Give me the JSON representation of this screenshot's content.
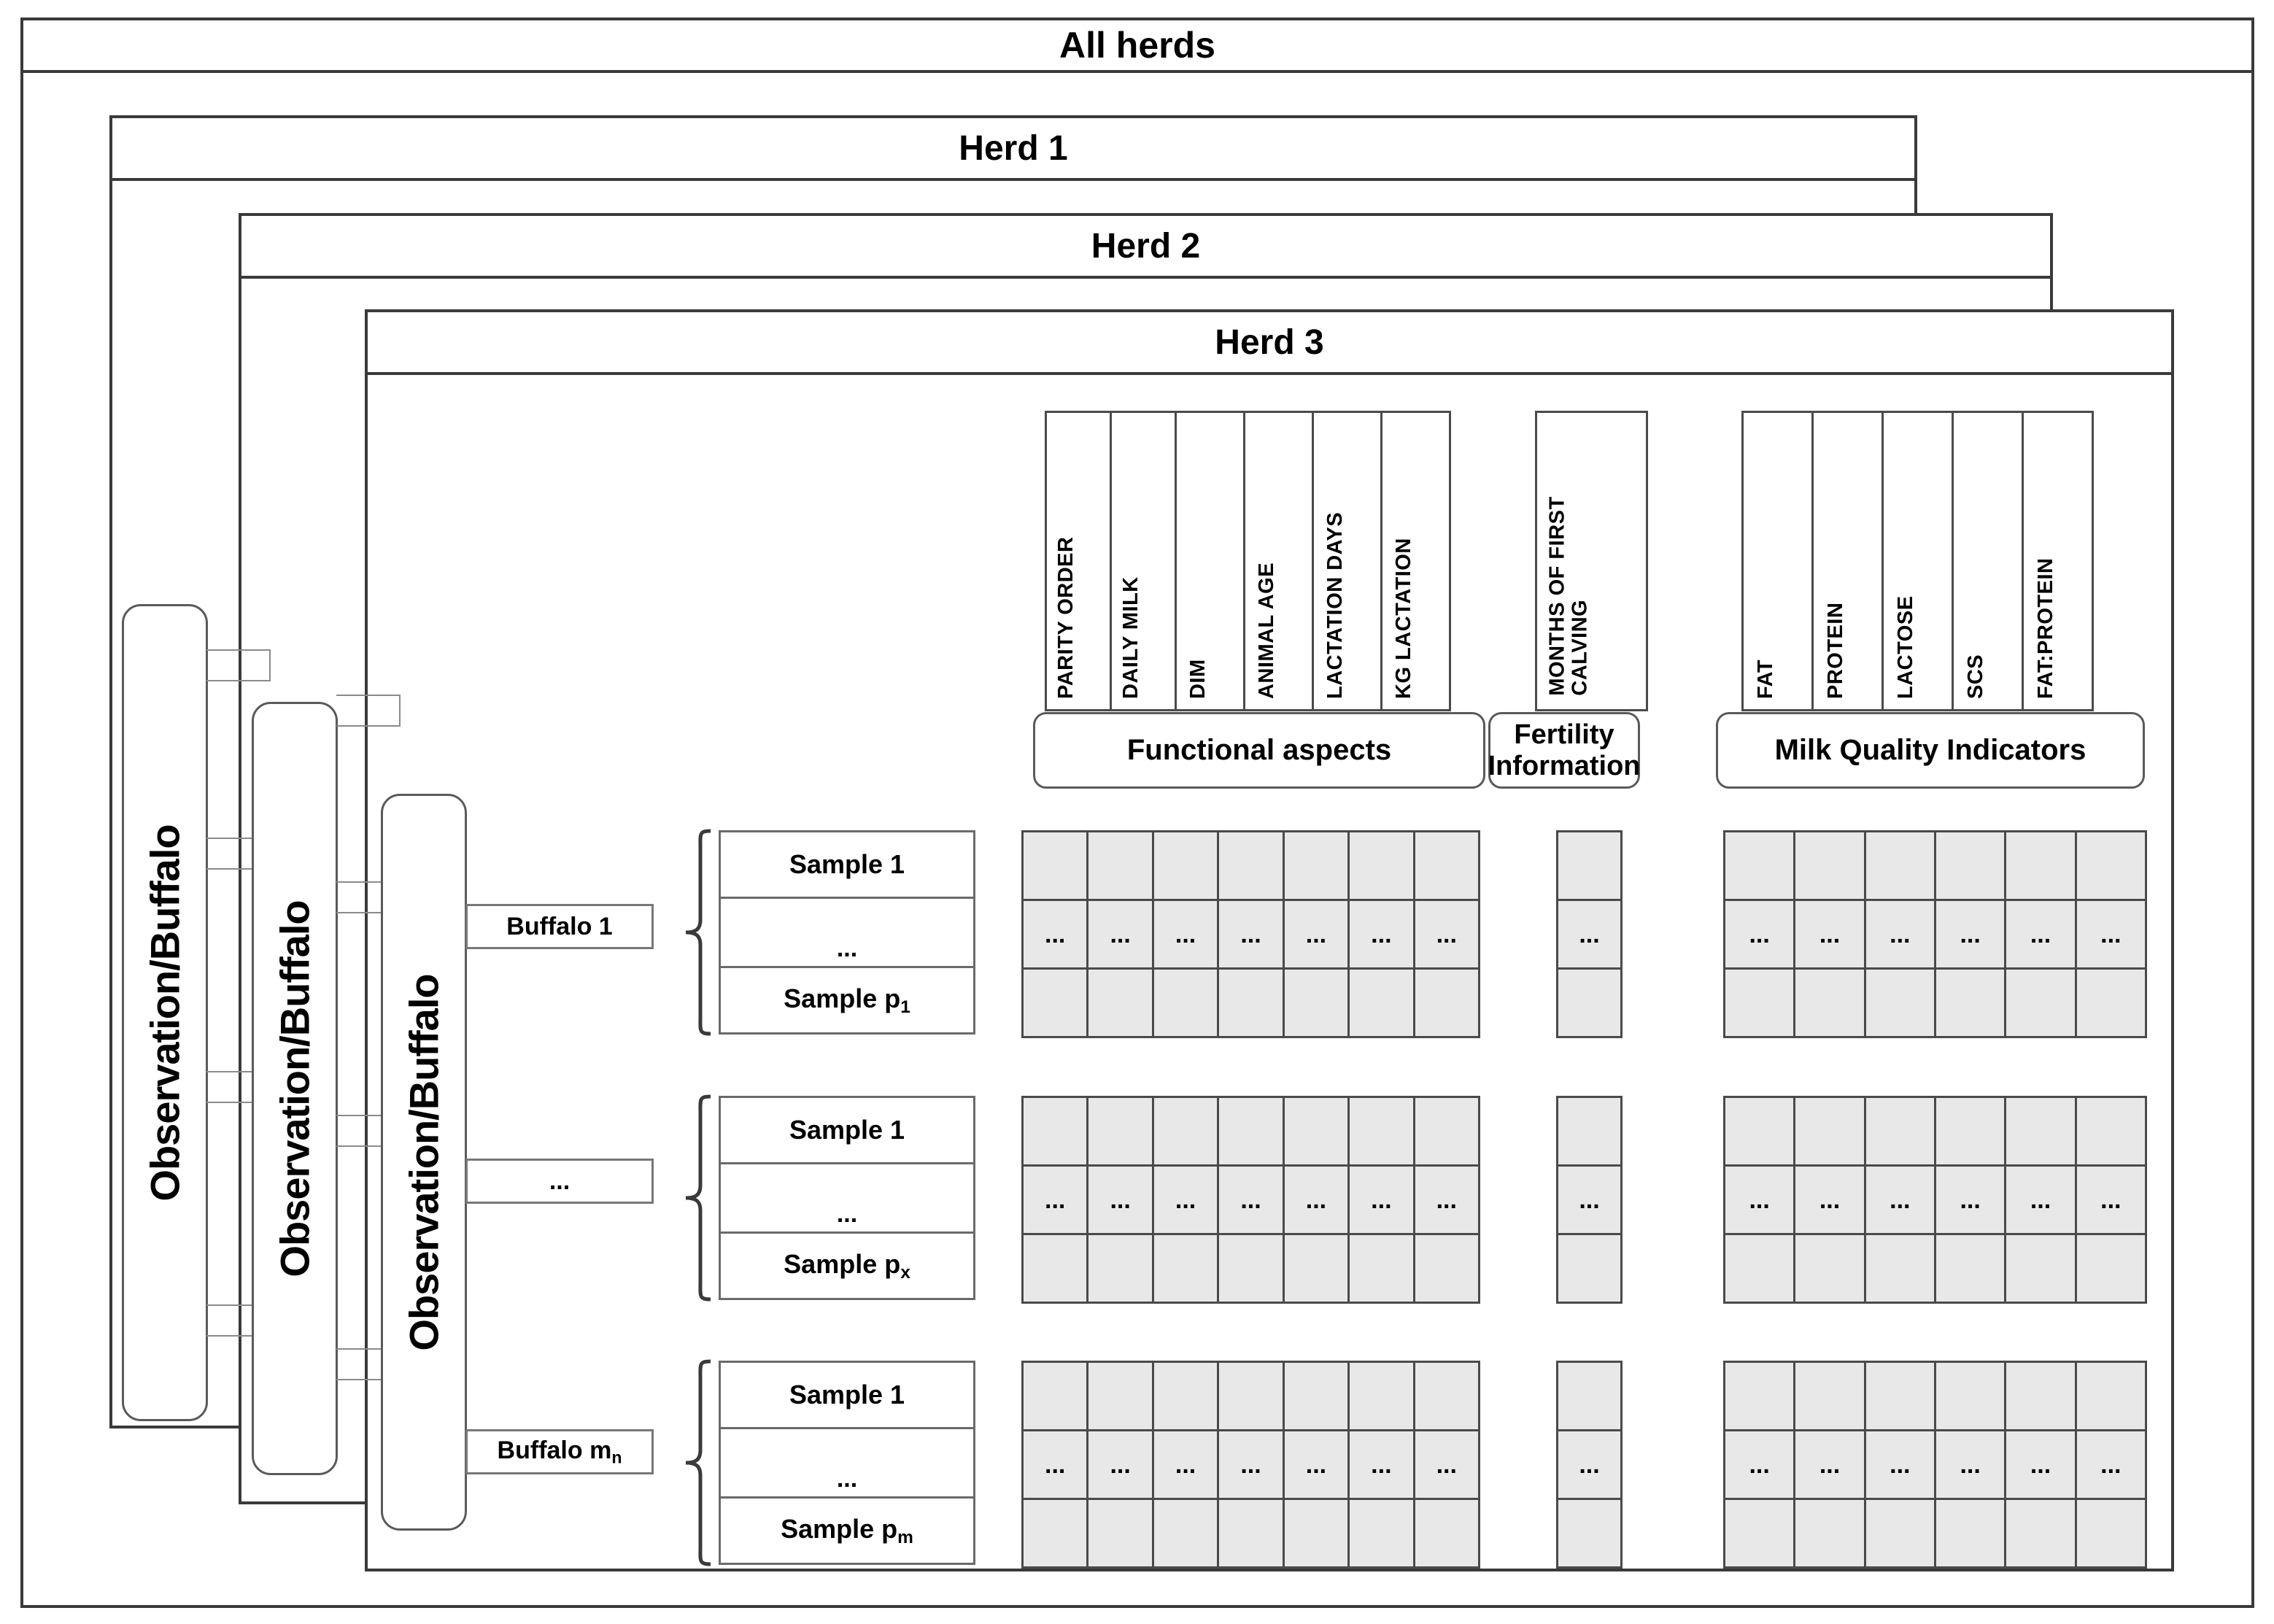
{
  "frames": [
    {
      "title": "All herds"
    },
    {
      "title": "Herd 1"
    },
    {
      "title": "Herd 2"
    },
    {
      "title": "Herd 3"
    }
  ],
  "observation_pills": [
    {
      "label": "Observation/Buffalo"
    },
    {
      "label": "Observation/Buffalo"
    },
    {
      "label": "Observation/Buffalo"
    }
  ],
  "buffalo_rows": [
    {
      "buffalo_label": "Buffalo 1",
      "samples": {
        "first": "Sample 1",
        "middle": "...",
        "last_prefix": "Sample p",
        "last_sub": "1"
      }
    },
    {
      "buffalo_label": "...",
      "samples": {
        "first": "Sample 1",
        "middle": "...",
        "last_prefix": "Sample p",
        "last_sub": "x"
      }
    },
    {
      "buffalo_label": "Buffalo m",
      "buffalo_sub": "n",
      "samples": {
        "first": "Sample 1",
        "middle": "...",
        "last_prefix": "Sample p",
        "last_sub": "m"
      }
    }
  ],
  "categories": [
    {
      "name": "Functional aspects",
      "columns": [
        "PARITY ORDER",
        "DAILY MILK",
        "DIM",
        "ANIMAL AGE",
        "LACTATION DAYS",
        "KG LACTATION"
      ],
      "grid_cols": 7,
      "grid_rows": 3
    },
    {
      "name": "Fertility Information",
      "columns": [
        "MONTHS OF FIRST CALVING"
      ],
      "grid_cols": 1,
      "grid_rows": 3
    },
    {
      "name": "Milk Quality Indicators",
      "columns": [
        "FAT",
        "PROTEIN",
        "LACTOSE",
        "SCS",
        "FAT:PROTEIN"
      ],
      "grid_cols": 6,
      "grid_rows": 3
    }
  ],
  "cell_placeholder": "...",
  "colors": {
    "frame_border": "#3a3a3a",
    "cell_fill": "#e8e8e8",
    "cell_border": "#4a4a4a",
    "text": "#000000",
    "background": "#ffffff"
  }
}
